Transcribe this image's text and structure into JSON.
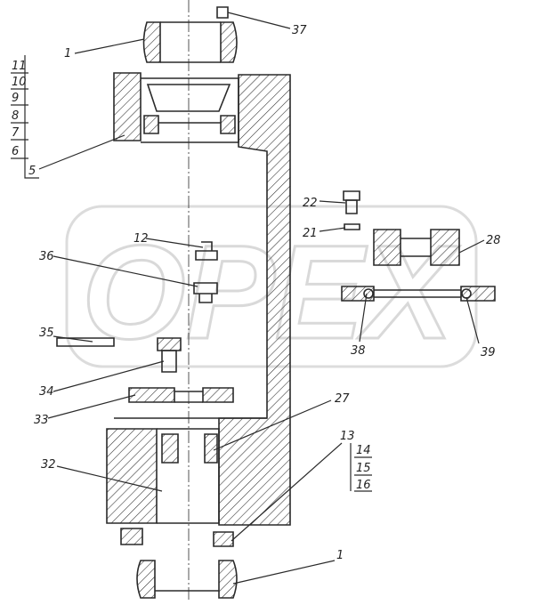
{
  "watermark": "OPEX",
  "callouts": {
    "c1_top": "1",
    "c37": "37",
    "c11": "11",
    "c10": "10",
    "c9": "9",
    "c8": "8",
    "c7": "7",
    "c6": "6",
    "c5": "5",
    "c22": "22",
    "c21": "21",
    "c28": "28",
    "c12": "12",
    "c36": "36",
    "c38": "38",
    "c39": "39",
    "c35": "35",
    "c34": "34",
    "c33": "33",
    "c27": "27",
    "c32": "32",
    "c13": "13",
    "c14": "14",
    "c15": "15",
    "c16": "16",
    "c1_bottom": "1"
  }
}
